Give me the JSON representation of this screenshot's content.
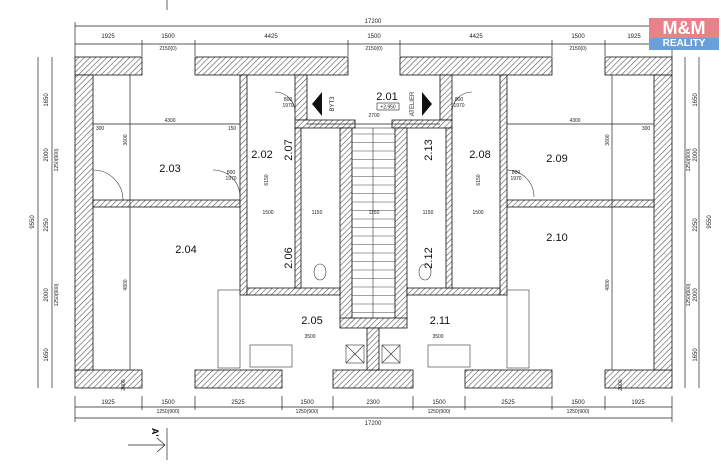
{
  "logo": {
    "top": "M&M",
    "bottom": "REALITY",
    "colors": {
      "top": "#e8818a",
      "bottom": "#6a9fd8"
    }
  },
  "rooms": {
    "r201": "2.01",
    "r202": "2.02",
    "r203": "2.03",
    "r204": "2.04",
    "r205": "2.05",
    "r206": "2.06",
    "r207": "2.07",
    "r208": "2.08",
    "r209": "2.09",
    "r210": "2.10",
    "r211": "2.11",
    "r212": "2.12",
    "r213": "2.13"
  },
  "labels": {
    "byt3": "BYT3",
    "atelier": "ATELIER",
    "level": "+2.950",
    "section": "A'"
  },
  "dims_top": {
    "total": "17200",
    "segments": [
      "1925",
      "1500",
      "4425",
      "1500",
      "4425",
      "1500",
      "1925"
    ],
    "window": "2150(0)"
  },
  "dims_bottom": {
    "total": "17200",
    "segments": [
      "1925",
      "1500",
      "2525",
      "1500",
      "2300",
      "1500",
      "2525",
      "1500",
      "1925"
    ],
    "window": "1250(900)"
  },
  "dims_side": {
    "total": "9550",
    "segments": [
      "1650",
      "2000",
      "2250",
      "2000",
      "1650"
    ],
    "window": "1250(900)"
  },
  "interior": {
    "w4300": "4300",
    "w3600": "3600",
    "w300": "300",
    "w150": "150",
    "w6150": "6150",
    "w4800": "4800",
    "w1500": "1500",
    "w3500": "3500",
    "w1150": "1150",
    "w2700": "2700",
    "w2000": "2000",
    "door_w": "800",
    "door_h": "1970"
  }
}
